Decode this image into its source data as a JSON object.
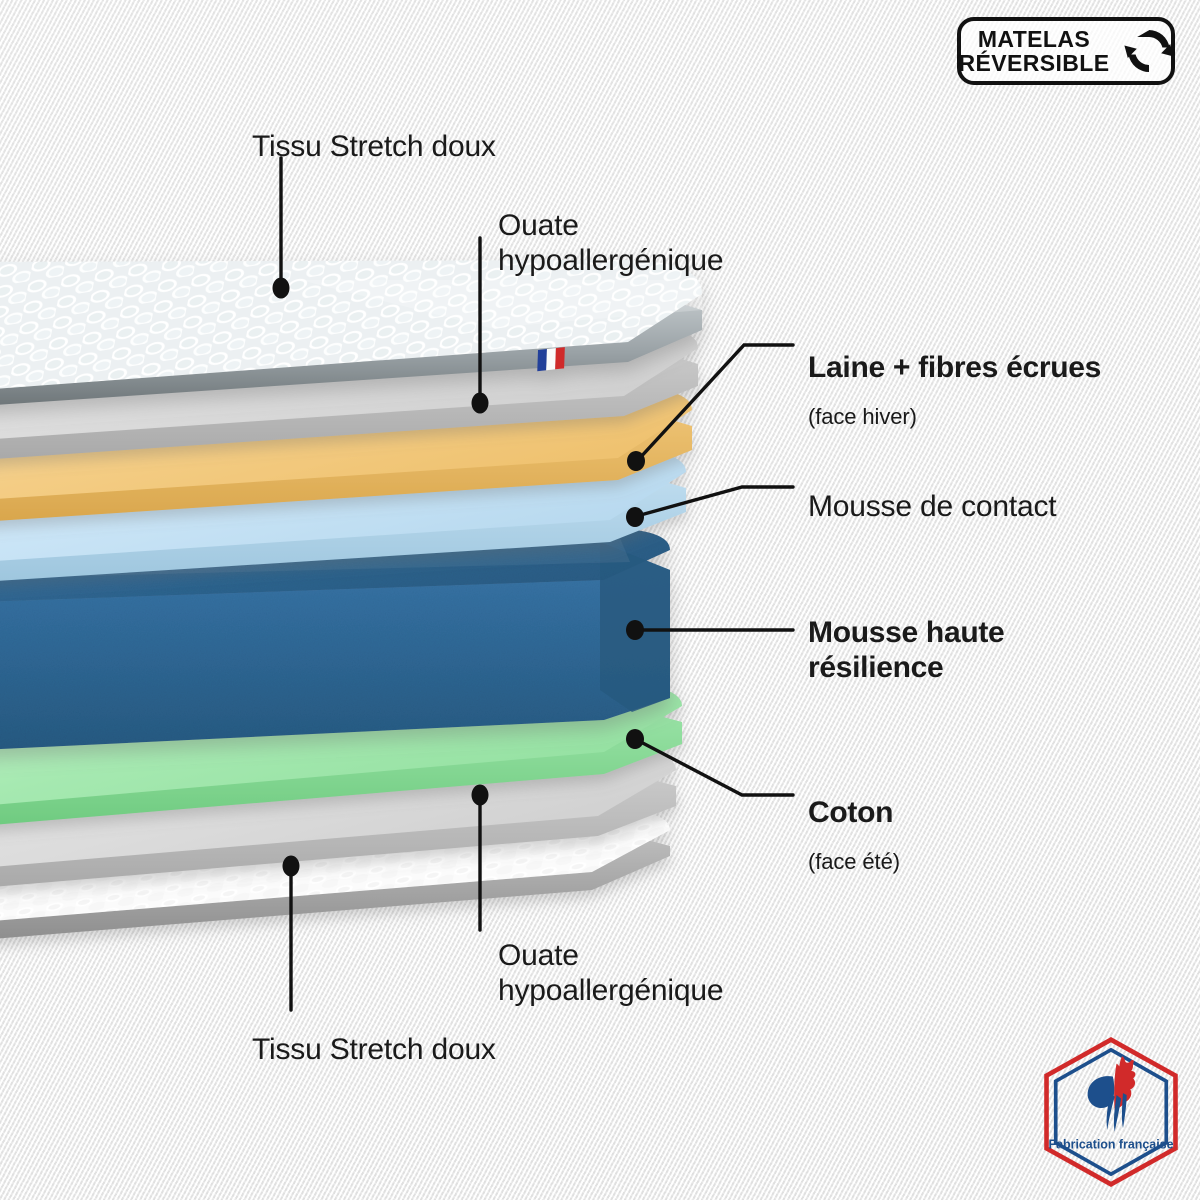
{
  "badge": {
    "line1": "MATELAS",
    "line2": "RÉVERSIBLE",
    "icon": "recycle-arrows-icon"
  },
  "made_in_france": {
    "caption": "Fabrication française",
    "icon": "french-rooster-hexagon-icon",
    "colors": {
      "blue": "#1d4f8c",
      "red": "#d32222"
    }
  },
  "diagram": {
    "type": "exploded-layer-stack",
    "product": "matelas",
    "flag_icon": "french-flag-icon",
    "layers": [
      {
        "id": "top-stretch",
        "label": "Tissu Stretch doux",
        "color": "#dfe8ea",
        "kind": "quilted-fabric"
      },
      {
        "id": "top-ouate",
        "label": "Ouate hypoallergénique",
        "color": "#d5d5d5",
        "kind": "wadding"
      },
      {
        "id": "laine",
        "label": "Laine + fibres écrues",
        "color": "#f0c877",
        "kind": "wool-fibre"
      },
      {
        "id": "mousse-contact",
        "label": "Mousse de contact",
        "color": "#c6e2f2",
        "kind": "contact-foam"
      },
      {
        "id": "mhr",
        "label": "Mousse haute résilience",
        "color": "#2f6c9e",
        "kind": "hr-foam-core"
      },
      {
        "id": "coton",
        "label": "Coton",
        "color": "#9fe6a8",
        "kind": "cotton"
      },
      {
        "id": "bot-ouate",
        "label": "Ouate hypoallergénique",
        "color": "#d5d5d5",
        "kind": "wadding"
      },
      {
        "id": "bot-stretch",
        "label": "Tissu Stretch doux",
        "color": "#f2f2f2",
        "kind": "quilted-fabric"
      }
    ]
  },
  "labels": {
    "top_stretch": {
      "title": "Tissu Stretch doux",
      "sub": ""
    },
    "top_ouate": {
      "title": "Ouate\nhypoallergénique",
      "sub": ""
    },
    "laine": {
      "title": "Laine + fibres écrues",
      "sub": "(face hiver)"
    },
    "mousse_contact": {
      "title": "Mousse de contact",
      "sub": ""
    },
    "mousse_hr": {
      "title": "Mousse haute\nrésilience",
      "sub": ""
    },
    "coton": {
      "title": "Coton",
      "sub": "(face été)"
    },
    "bot_ouate": {
      "title": "Ouate\nhypoallergénique",
      "sub": ""
    },
    "bot_stretch": {
      "title": "Tissu Stretch doux",
      "sub": ""
    }
  }
}
